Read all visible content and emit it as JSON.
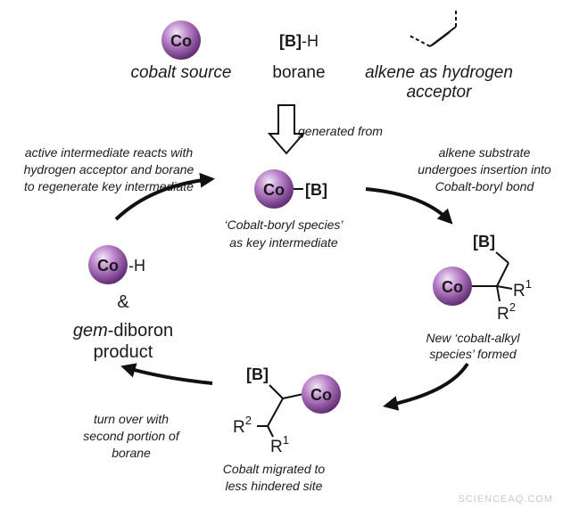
{
  "reagents": {
    "cobalt_label": "Co",
    "cobalt_source": "cobalt source",
    "borane_bracket": "[B]",
    "borane_h": "-H",
    "borane": "borane",
    "alkene_line1": "alkene as hydrogen",
    "alkene_line2": "acceptor"
  },
  "generated_from": "generated from",
  "key_intermediate": {
    "co": "Co",
    "b": "[B]",
    "caption_line1": "‘Cobalt-boryl species’",
    "caption_line2": "as key intermediate"
  },
  "step_insertion": {
    "line1": "alkene substrate",
    "line2": "undergoes insertion into",
    "line3": "Cobalt-boryl bond"
  },
  "cobalt_alkyl": {
    "b": "[B]",
    "co": "Co",
    "r1": "R",
    "r1_sup": "1",
    "r2": "R",
    "r2_sup": "2",
    "caption_line1": "New ‘cobalt-alkyl",
    "caption_line2": "species’ formed"
  },
  "migrated": {
    "b": "[B]",
    "co": "Co",
    "r2": "R",
    "r2_sup": "2",
    "r1": "R",
    "r1_sup": "1",
    "caption_line1": "Cobalt migrated to",
    "caption_line2": "less hindered site"
  },
  "step_turnover": {
    "line1": "turn over with",
    "line2": "second portion of",
    "line3": "borane"
  },
  "product": {
    "co": "Co",
    "h": "-H",
    "amp": "&",
    "gem": "gem",
    "diboron": "-diboron",
    "product": "product"
  },
  "step_regenerate": {
    "line1": "active intermediate reacts with",
    "line2": "hydrogen acceptor and borane",
    "line3": "to regenerate key intermediate"
  },
  "watermark": "SCIENCEAQ.COM",
  "colors": {
    "sphere_light": "#f3e8f6",
    "sphere_mid": "#b77fc7",
    "sphere_dark": "#5e2a72",
    "ink": "#1a1a1a",
    "watermark": "#c9c9c9"
  }
}
